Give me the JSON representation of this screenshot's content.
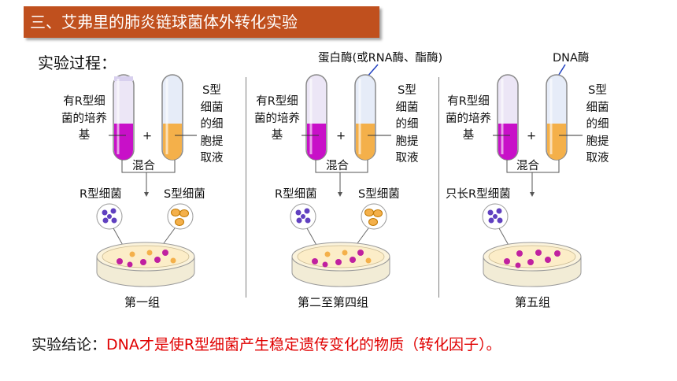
{
  "title": "三、艾弗里的肺炎链球菌体外转化实验",
  "process_label": "实验过程：",
  "groups": [
    {
      "left_label": "有R型细菌的培养基",
      "right_label": "S型细菌的细胞提取液",
      "plus": "+",
      "mix": "混合",
      "bacteria_left": "R型细菌",
      "bacteria_right": "S型细菌",
      "caption": "第一组"
    },
    {
      "left_label": "有R型细菌的培养基",
      "right_label": "S型细菌的细胞提取液",
      "plus": "+",
      "mix": "混合",
      "enzyme": "蛋白酶(或RNA酶、酯酶)",
      "bacteria_left": "R型细菌",
      "bacteria_right": "S型细菌",
      "caption": "第二至第四组"
    },
    {
      "left_label": "有R型细菌的培养基",
      "right_label": "S型细菌的细胞提取液",
      "plus": "+",
      "mix": "混合",
      "enzyme": "DNA酶",
      "bacteria_left": "只长R型细菌",
      "caption": "第五组"
    }
  ],
  "conclusion": {
    "prefix": "实验结论：",
    "body": "DNA才是使R型细菌产生稳定遗传变化的物质（转化因子）。"
  },
  "colors": {
    "title_bg": "#c0501e",
    "tube_left_liquid": "#c810c8",
    "tube_right_liquid": "#f4b04a",
    "conclusion_red": "#e00000",
    "enzyme_arrow": "#2040c0"
  }
}
